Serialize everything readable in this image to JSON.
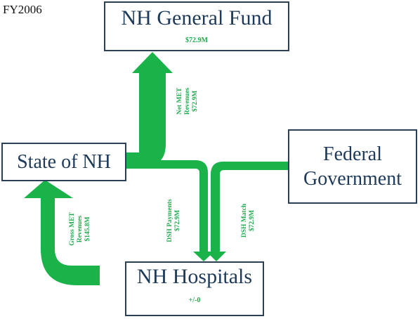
{
  "fiscal_year": "FY2006",
  "nodes": {
    "general_fund": {
      "title": "NH General Fund",
      "value": "$72.9M"
    },
    "state": {
      "title": "State of NH"
    },
    "federal": {
      "title_line1": "Federal",
      "title_line2": "Government"
    },
    "hospitals": {
      "title": "NH Hospitals",
      "value": "+/-0"
    }
  },
  "flows": {
    "net_met": {
      "line1": "Net MET",
      "line2": "Revenues",
      "line3": "$72.9M"
    },
    "gross_met": {
      "line1": "Gross MET",
      "line2": "Revenues",
      "line3": "$145.8M"
    },
    "dsh_payments": {
      "line1": "DSH Payments",
      "line2": "$72.9M"
    },
    "dsh_match": {
      "line1": "DSH Match",
      "line2": "$72.9M"
    }
  },
  "colors": {
    "arrow": "#19b34a",
    "label": "#1faa4d",
    "box_border": "#2b3f57",
    "box_text": "#1e3a5a"
  }
}
